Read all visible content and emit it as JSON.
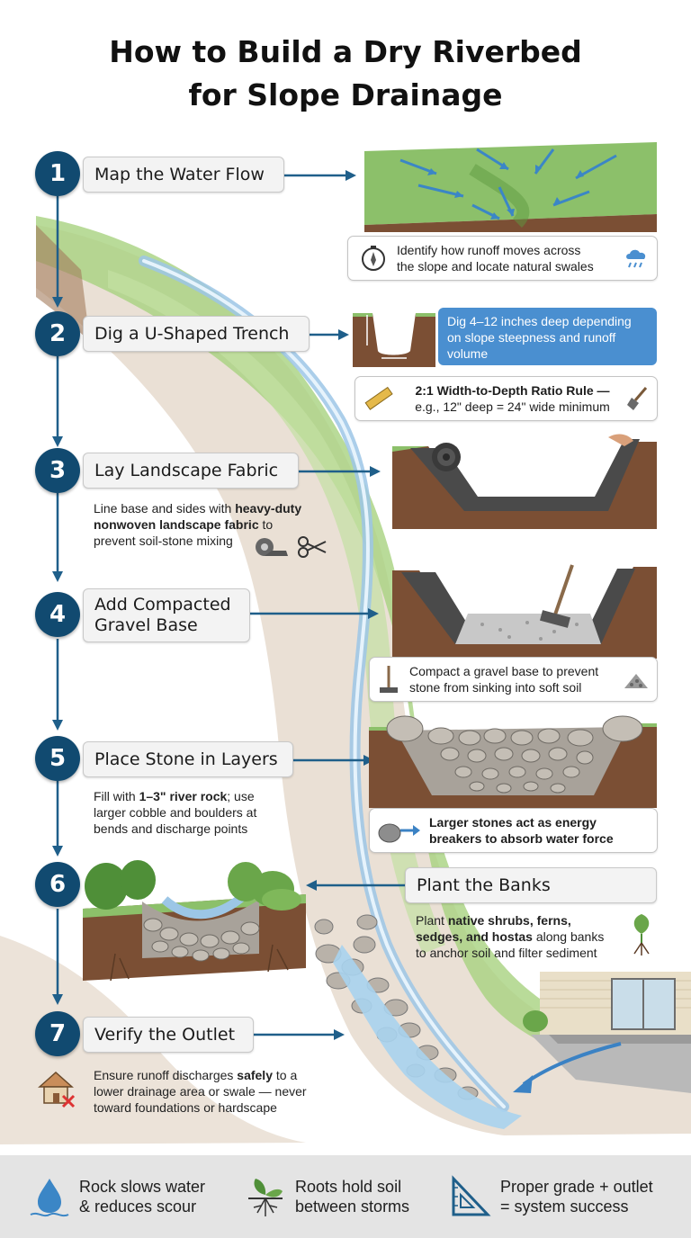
{
  "title": {
    "line1": "How to Build a Dry Riverbed",
    "line2": "for Slope Drainage"
  },
  "steps": [
    {
      "number": "1",
      "label": "Map the Water Flow"
    },
    {
      "number": "2",
      "label": "Dig a U-Shaped Trench"
    },
    {
      "number": "3",
      "label": "Lay Landscape Fabric"
    },
    {
      "number": "4",
      "label_line1": "Add Compacted",
      "label_line2": "Gravel Base"
    },
    {
      "number": "5",
      "label": "Place Stone in Layers"
    },
    {
      "number": "6",
      "label": "Plant the Banks"
    },
    {
      "number": "7",
      "label": "Verify the Outlet"
    }
  ],
  "step1": {
    "callout_line1": "Identify how runoff moves across",
    "callout_line2": "the slope and locate natural swales"
  },
  "step2": {
    "blue_line1": "Dig 4–12 inches deep depending",
    "blue_line2": "on slope steepness and runoff",
    "blue_line3": "volume",
    "ratio_line1": "2:1 Width-to-Depth Ratio Rule —",
    "ratio_line2": "e.g., 12\" deep = 24\" wide minimum"
  },
  "step3": {
    "desc_line1": "Line base and sides with ",
    "desc_bold1": "heavy-duty",
    "desc_bold2": "nonwoven landscape fabric",
    "desc_line2_rest": " to",
    "desc_line3": "prevent soil-stone mixing"
  },
  "step4": {
    "callout_line1": "Compact a gravel base to prevent",
    "callout_line2": "stone from sinking into soft soil"
  },
  "step5": {
    "desc_pre": "Fill with ",
    "desc_bold": "1–3\" river rock",
    "desc_post": "; use",
    "desc_line2": "larger cobble and boulders at",
    "desc_line3": "bends and discharge points",
    "callout_line1": "Larger stones act as energy",
    "callout_line2": "breakers to absorb water force"
  },
  "step6": {
    "desc_pre": "Plant ",
    "desc_bold1": "native shrubs, ferns,",
    "desc_bold2": "sedges, and hostas",
    "desc_post2": " along banks",
    "desc_line3": "to anchor soil and filter sediment"
  },
  "step7": {
    "desc_pre": "Ensure runoff discharges ",
    "desc_bold": "safely",
    "desc_post": " to a",
    "desc_line2": "lower drainage area or swale — never",
    "desc_line3": "toward foundations or hardscape"
  },
  "footer": [
    {
      "icon": "water-drop-icon",
      "line1": "Rock slows water",
      "line2": "& reduces scour"
    },
    {
      "icon": "sprout-roots-icon",
      "line1": "Roots hold soil",
      "line2": "between storms"
    },
    {
      "icon": "set-square-icon",
      "line1": "Proper grade + outlet",
      "line2": "= system success"
    }
  ],
  "colors": {
    "step_circle": "#114a70",
    "arrow": "#1f5f8a",
    "blue_box": "#4a8fd0",
    "grass": "#8fc36a",
    "soil": "#7b4f34"
  }
}
